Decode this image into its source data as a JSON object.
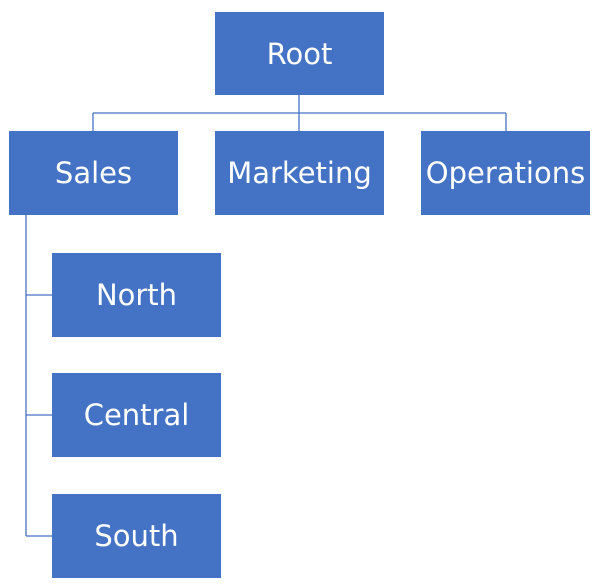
{
  "colors": {
    "node_fill": "#4472C4",
    "node_text": "#FFFFFF",
    "connector": "#4472C4",
    "background": "#FFFFFF"
  },
  "nodes": {
    "root": "Root",
    "sales": "Sales",
    "marketing": "Marketing",
    "operations": "Operations",
    "north": "North",
    "central": "Central",
    "south": "South"
  }
}
